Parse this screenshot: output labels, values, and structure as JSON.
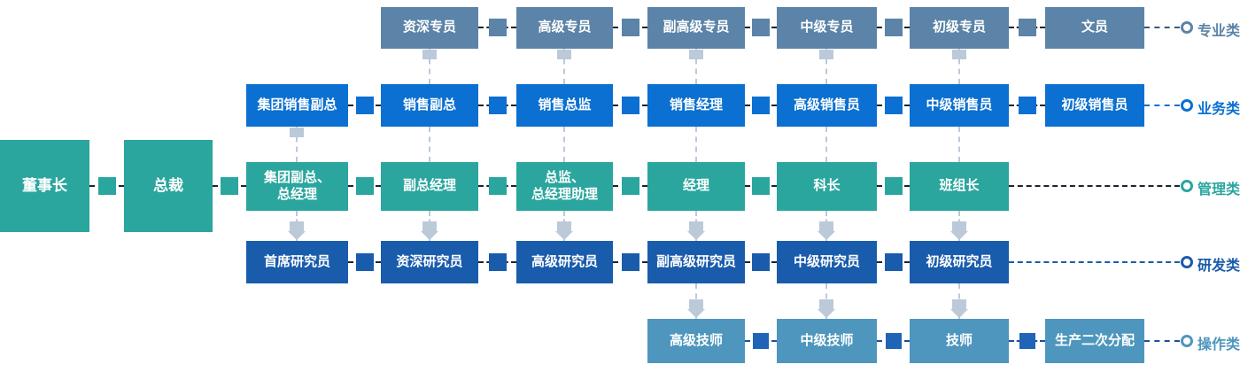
{
  "palette": {
    "track1": "#5b84a8",
    "track2": "#0b70d1",
    "track3": "#2aa69e",
    "track4": "#1a5cac",
    "track5": "#4e96bd",
    "track5sq": "#1f64b6",
    "line_dark": "#1b2430",
    "line_navy": "#1d4f9e",
    "guide": "#bcc9d9"
  },
  "diagram": {
    "tracks": [
      {
        "category_label": "专业类",
        "positions": [
          "资深专员",
          "高级专员",
          "副高级专员",
          "中级专员",
          "初级专员",
          "文员"
        ]
      },
      {
        "category_label": "业务类",
        "positions": [
          "集团销售副总",
          "销售副总",
          "销售总监",
          "销售经理",
          "高级销售员",
          "中级销售员",
          "初级销售员"
        ]
      },
      {
        "category_label": "管理类",
        "positions": [
          "董事长",
          "总裁",
          "集团副总、\n总经理",
          "副总经理",
          "总监、\n总经理助理",
          "经理",
          "科长",
          "班组长"
        ]
      },
      {
        "category_label": "研发类",
        "positions": [
          "首席研究员",
          "资深研究员",
          "高级研究员",
          "副高级研究员",
          "中级研究员",
          "初级研究员"
        ]
      },
      {
        "category_label": "操作类",
        "positions": [
          "高级技师",
          "中级技师",
          "技师",
          "生产二次分配"
        ]
      }
    ]
  }
}
